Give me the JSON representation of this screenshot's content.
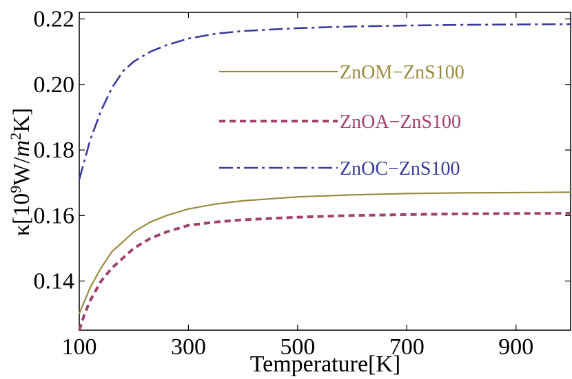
{
  "chart_data": {
    "type": "line",
    "xlabel": "Temperature[K]",
    "ylabel": {
      "prefix": "κ[10",
      "sup1": "9",
      "middle": "W/",
      "m": "m",
      "sup2": "2",
      "suffix": "K]"
    },
    "xlim": [
      100,
      1000
    ],
    "ylim": [
      0.125,
      0.222
    ],
    "xticks": [
      100,
      300,
      500,
      700,
      900
    ],
    "yticks": [
      0.14,
      0.16,
      0.18,
      0.2,
      0.22
    ],
    "xtick_labels": [
      "100",
      "300",
      "500",
      "700",
      "900"
    ],
    "ytick_labels": [
      "0.14",
      "0.16",
      "0.18",
      "0.20",
      "0.22"
    ],
    "grid": false,
    "legend_position": "inside-right",
    "series": [
      {
        "name": "ZnOM−ZnS100",
        "color": "#9a8a3f",
        "style": "solid",
        "x": [
          100,
          110,
          120,
          140,
          160,
          180,
          200,
          230,
          260,
          300,
          350,
          400,
          500,
          600,
          700,
          800,
          900,
          1000
        ],
        "y": [
          0.13,
          0.134,
          0.138,
          0.144,
          0.149,
          0.152,
          0.155,
          0.158,
          0.16,
          0.162,
          0.1635,
          0.1645,
          0.1657,
          0.1663,
          0.1667,
          0.1669,
          0.167,
          0.1671
        ]
      },
      {
        "name": "ZnOA−ZnS100",
        "color": "#a0426e",
        "style": "dotted",
        "x": [
          100,
          110,
          120,
          140,
          160,
          180,
          200,
          230,
          260,
          300,
          350,
          400,
          500,
          600,
          700,
          800,
          900,
          1000
        ],
        "y": [
          0.125,
          0.13,
          0.134,
          0.14,
          0.144,
          0.147,
          0.15,
          0.153,
          0.155,
          0.157,
          0.158,
          0.1587,
          0.1595,
          0.16,
          0.1603,
          0.1605,
          0.1606,
          0.1607
        ]
      },
      {
        "name": "ZnOC−ZnS100",
        "color": "#3a3a98",
        "style": "dashdot",
        "x": [
          100,
          110,
          120,
          140,
          160,
          180,
          200,
          230,
          260,
          300,
          350,
          400,
          500,
          600,
          700,
          800,
          900,
          1000
        ],
        "y": [
          0.171,
          0.177,
          0.183,
          0.192,
          0.199,
          0.204,
          0.207,
          0.21,
          0.212,
          0.214,
          0.2155,
          0.2163,
          0.2172,
          0.2177,
          0.218,
          0.2182,
          0.2183,
          0.2184
        ]
      }
    ]
  }
}
